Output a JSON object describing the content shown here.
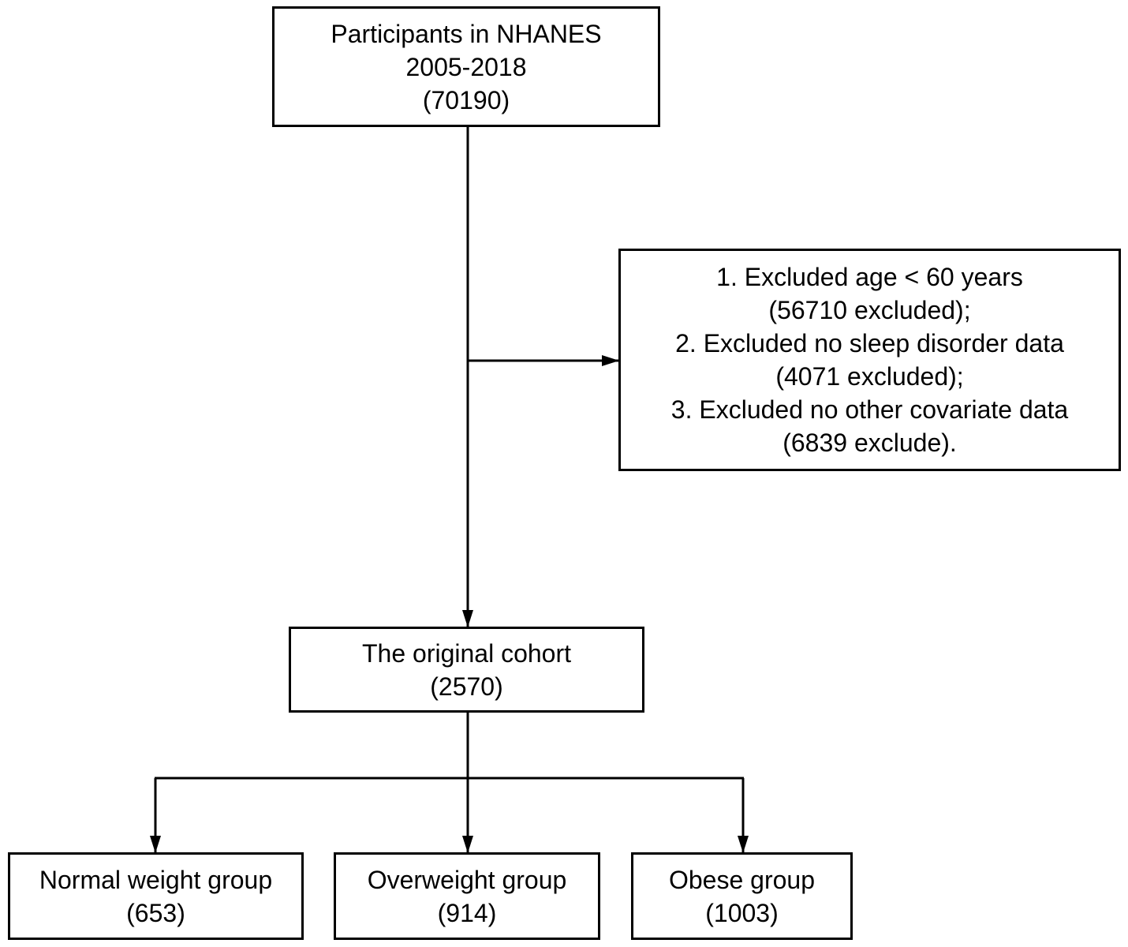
{
  "flowchart": {
    "participants": {
      "lines": [
        "Participants in NHANES",
        "2005-2018",
        "(70190)"
      ]
    },
    "exclusions": {
      "lines": [
        "1. Excluded age < 60 years",
        "(56710 excluded);",
        "2. Excluded no sleep disorder data",
        "(4071 excluded);",
        "3. Excluded no other covariate data",
        "(6839 exclude)."
      ]
    },
    "cohort": {
      "lines": [
        "The original cohort",
        "(2570)"
      ]
    },
    "groups": [
      {
        "lines": [
          "Normal weight group",
          "(653)"
        ]
      },
      {
        "lines": [
          "Overweight group",
          "(914)"
        ]
      },
      {
        "lines": [
          "Obese group",
          "(1003)"
        ]
      }
    ]
  }
}
